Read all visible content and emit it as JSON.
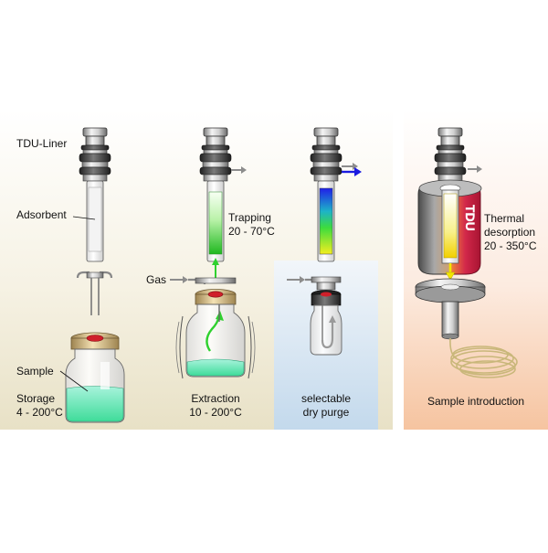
{
  "labels": {
    "tdu_liner": "TDU-Liner",
    "adsorbent": "Adsorbent",
    "trapping": "Trapping",
    "trapping_temp": "20 - 70°C",
    "gas": "Gas",
    "sample": "Sample",
    "storage": "Storage",
    "storage_temp": "4 - 200°C",
    "extraction": "Extraction",
    "extraction_temp": "10 - 200°C",
    "selectable": "selectable",
    "dry_purge": "dry purge",
    "thermal": "Thermal",
    "desorption": "desorption",
    "thermal_temp": "20 - 350°C",
    "sample_introduction": "Sample introduction",
    "tdu_heater_text": "TDU"
  },
  "colors": {
    "panel_cream": "#ece6cf",
    "panel_purge_blue": "#cfe0ee",
    "panel_thermal_orange": "#f6c9a8",
    "metal_dark": "#4a4a4a",
    "metal_light": "#e6e6e6",
    "arrow_gray": "#8c8c8c",
    "arrow_green": "#2fd12f",
    "arrow_blue": "#1a1ae0",
    "arrow_yellow": "#f2e500",
    "septum_red": "#d92a2a",
    "cap_tan": "#d9bf86",
    "heater_red": "#d2284a",
    "heater_gray": "#7a7a7a",
    "liquid_teal": "#5fe0b8",
    "capillary_tan": "#c9b77a"
  }
}
